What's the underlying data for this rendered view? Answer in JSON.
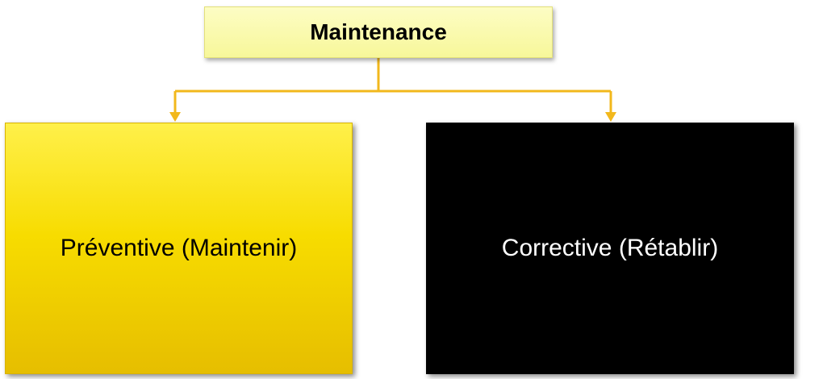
{
  "diagram": {
    "root": {
      "label": "Maintenance"
    },
    "children": [
      {
        "label": "Préventive (Maintenir)"
      },
      {
        "label": "Corrective (Rétablir)"
      }
    ]
  },
  "colors": {
    "root_fill": "#f9f9b0",
    "left_fill": "#f5d800",
    "right_fill": "#000000",
    "connector": "#f2b81c"
  }
}
